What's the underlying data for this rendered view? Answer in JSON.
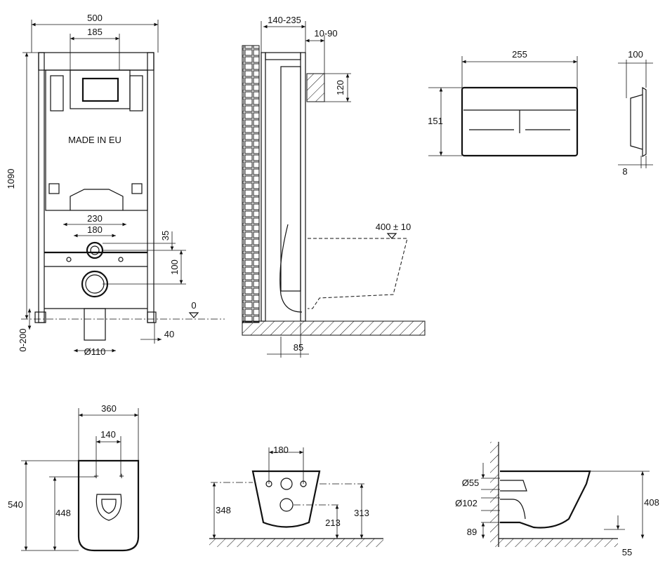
{
  "frame_front": {
    "width": "500",
    "plate_width": "185",
    "height": "1090",
    "brand_text": "MADE IN EU",
    "bolt_spacing_outer": "230",
    "bolt_spacing_inner": "180",
    "pipe_offset": "35",
    "pipe_spacing": "100",
    "zero_level": "0",
    "leg_adjust": "0-200",
    "leg_offset": "40",
    "drain_diameter": "Ø110"
  },
  "frame_side": {
    "depth": "140-235",
    "wall_gap": "10-90",
    "plate_height": "120",
    "seat_height": "400 ± 10",
    "drain_offset": "85"
  },
  "flush_plate": {
    "width": "255",
    "height": "151",
    "depth": "100",
    "thickness": "8"
  },
  "bowl_top": {
    "width": "360",
    "bolt_spacing": "140",
    "length": "540",
    "bolt_distance": "448"
  },
  "bowl_front": {
    "bolt_spacing": "180",
    "height": "348",
    "outlet_height": "313",
    "inlet_height": "213"
  },
  "bowl_side": {
    "inlet_diameter": "Ø55",
    "outlet_diameter": "Ø102",
    "outlet_height": "89",
    "height": "408",
    "base_offset": "55"
  }
}
